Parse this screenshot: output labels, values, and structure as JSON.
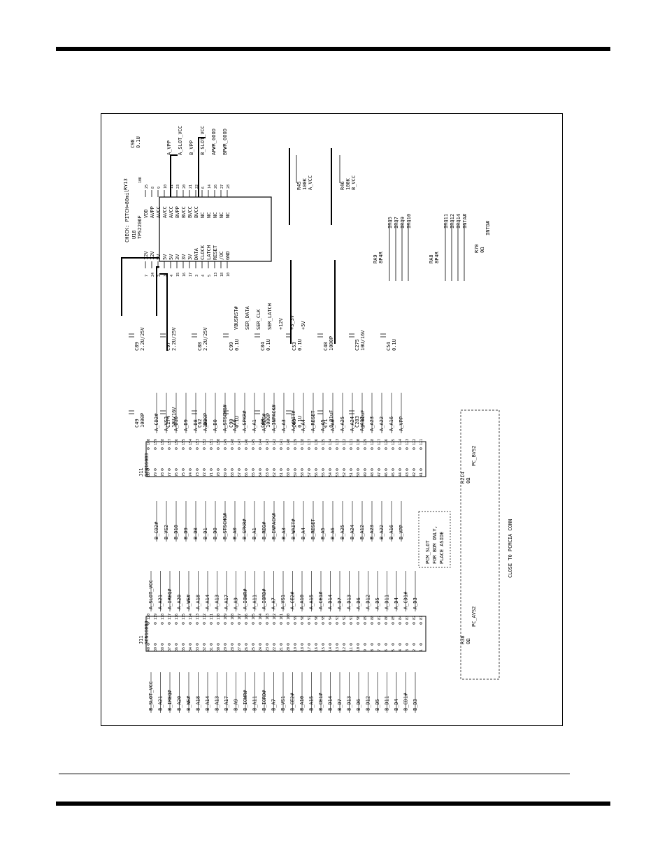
{
  "page": {
    "accent_color": "#000000"
  },
  "schematic": {
    "notes": {
      "pitch": "CHECK: PITCH=80mil",
      "bom": [
        "PCM_SLOT",
        "FOR BOM ONLY,",
        "PLACE ASIDE"
      ],
      "conn": "CLOSE TO PCMCIA CONN"
    },
    "power_switch": {
      "refdes": "U18",
      "part": "TPS2206F",
      "resistor": {
        "refdes": "RY13",
        "value": "10K"
      },
      "cap": {
        "refdes": "C98",
        "value": "0.1U"
      },
      "left_pins": [
        {
          "num": "7",
          "name": "12V"
        },
        {
          "num": "24",
          "name": "12V"
        },
        {
          "num": "2",
          "name": "5V"
        },
        {
          "num": "3",
          "name": "5V"
        },
        {
          "num": "4",
          "name": "5V"
        },
        {
          "num": "15",
          "name": "3V"
        },
        {
          "num": "16",
          "name": "3V"
        },
        {
          "num": "17",
          "name": "3V"
        },
        {
          "num": "3",
          "name": "DATA"
        },
        {
          "num": "4",
          "name": "CLOCK"
        },
        {
          "num": "5",
          "name": "LATCH"
        },
        {
          "num": "13",
          "name": "RESET"
        },
        {
          "num": "18",
          "name": "/OC"
        },
        {
          "num": "10",
          "name": "GND"
        }
      ],
      "right_pins": [
        {
          "num": "25",
          "name": "VDD"
        },
        {
          "num": "8",
          "name": "AVPP"
        },
        {
          "num": "9",
          "name": "AVCC"
        },
        {
          "num": "10",
          "name": "AVCC"
        },
        {
          "num": "11",
          "name": "AVCC"
        },
        {
          "num": "23",
          "name": "BVPP"
        },
        {
          "num": "20",
          "name": "BVCC"
        },
        {
          "num": "21",
          "name": "BVCC"
        },
        {
          "num": "22",
          "name": "BVCC"
        },
        {
          "num": "6",
          "name": "NC"
        },
        {
          "num": "14",
          "name": "NC"
        },
        {
          "num": "26",
          "name": "NC"
        },
        {
          "num": "27",
          "name": "NC"
        },
        {
          "num": "28",
          "name": "NC"
        }
      ],
      "nets": [
        "A_VPP",
        "A_SLOT_VCC",
        "B_VPP",
        "B_SLOT_VCC",
        "APWR_GOOD",
        "BPWR_GOOD",
        "VBUSRST#",
        "SER_DATA",
        "SER_CLK",
        "SER_LATCH",
        "+12V",
        "+3_3V",
        "+5V"
      ]
    },
    "caps": [
      {
        "refdes": "C89",
        "value": "2.2U/25V"
      },
      {
        "refdes": "C97",
        "value": "2.2U/25V"
      },
      {
        "refdes": "C88",
        "value": "2.2U/25V"
      },
      {
        "refdes": "C99",
        "value": "0.1U"
      },
      {
        "refdes": "C84",
        "value": "0.1U"
      },
      {
        "refdes": "C53",
        "value": "0.1U"
      },
      {
        "refdes": "C48",
        "value": "1000P"
      },
      {
        "refdes": "C275",
        "value": "10U/16V"
      },
      {
        "refdes": "C54",
        "value": "0.1U"
      },
      {
        "refdes": "C49",
        "value": "1000P"
      },
      {
        "refdes": "C274",
        "value": "10U/16V"
      },
      {
        "refdes": "C62",
        "value": "1000P"
      },
      {
        "refdes": "C90",
        "value": "0.1U"
      },
      {
        "refdes": "C69",
        "value": "1000P"
      },
      {
        "refdes": "C63",
        "value": "0.1U"
      },
      {
        "refdes": "C71",
        "value": "0.01uF"
      },
      {
        "refdes": "C283",
        "value": "0.01uF"
      }
    ],
    "pullups": [
      {
        "refdes": "R45",
        "value": "100K",
        "net": "A_VCC"
      },
      {
        "refdes": "R46",
        "value": "100K",
        "net": "B_VCC"
      }
    ],
    "rpacks": [
      {
        "refdes": "RA9",
        "value": "8P4R",
        "nets": [
          "IRQ5",
          "IRQ7",
          "IRQ9",
          "IRQ10"
        ]
      },
      {
        "refdes": "RA8",
        "value": "8P4R",
        "nets": [
          "IRQ11",
          "IRQ12",
          "IRQ14",
          "INTA#"
        ]
      }
    ],
    "misc_parts": [
      {
        "refdes": "R70",
        "value": "0Ω",
        "net": "INTD#"
      },
      {
        "refdes": "R38",
        "value": "0Ω",
        "net": "PC_AVS2"
      },
      {
        "refdes": "R214",
        "value": "0Ω",
        "net": "PC_BVS2"
      }
    ],
    "connectors": {
      "ref1": "J11",
      "part1": "SCN160B3",
      "ref2": "J11",
      "part2": "SCN160B3",
      "left_outer": [
        "40",
        "39",
        "38",
        "37",
        "36",
        "35",
        "34",
        "33",
        "32",
        "31",
        "30",
        "29",
        "28",
        "27",
        "26",
        "25",
        "24",
        "23",
        "22",
        "21",
        "20",
        "19",
        "18",
        "17",
        "16",
        "15",
        "14",
        "13",
        "12",
        "11",
        "10",
        "9",
        "8",
        "7",
        "6",
        "5",
        "4",
        "3",
        "2",
        "1"
      ],
      "left_inner": [
        "120",
        "119",
        "118",
        "117",
        "116",
        "115",
        "114",
        "113",
        "112",
        "111",
        "110",
        "109",
        "108",
        "107",
        "106",
        "105",
        "104",
        "103",
        "102",
        "101",
        "100",
        "99",
        "98",
        "97",
        "96",
        "95",
        "94",
        "93",
        "92",
        "91",
        "90",
        "89",
        "88",
        "87",
        "86",
        "85",
        "84",
        "83",
        "82",
        "81"
      ],
      "right_outer": [
        "160",
        "159",
        "158",
        "157",
        "156",
        "155",
        "154",
        "153",
        "152",
        "151",
        "150",
        "149",
        "148",
        "147",
        "146",
        "145",
        "144",
        "143",
        "142",
        "141",
        "140",
        "139",
        "138",
        "137",
        "136",
        "135",
        "134",
        "133",
        "132",
        "131",
        "130",
        "129",
        "128",
        "127",
        "126",
        "125",
        "124",
        "123",
        "122",
        "121"
      ],
      "right_inner": [
        "80",
        "79",
        "78",
        "77",
        "76",
        "75",
        "74",
        "73",
        "72",
        "71",
        "70",
        "69",
        "68",
        "67",
        "66",
        "65",
        "64",
        "63",
        "62",
        "61",
        "60",
        "59",
        "58",
        "57",
        "56",
        "55",
        "54",
        "53",
        "52",
        "51",
        "50",
        "49",
        "48",
        "47",
        "46",
        "45",
        "44",
        "43",
        "42",
        "41"
      ],
      "left_nets": [
        "B_SLOT_VCC",
        "B_A21",
        "B_IREQ#",
        "B_A20",
        "B_WE#",
        "B_A18",
        "B_A14",
        "B_A13",
        "B_A17",
        "B_A9",
        "B_IOWR#",
        "B_A11",
        "B_IORD#",
        "B_A7",
        "B_VS1",
        "B_CE2#",
        "B_A10",
        "B_A15",
        "B_CE1#",
        "B_D14",
        "B_D7",
        "B_D13",
        "B_D6",
        "B_D12",
        "B_D5",
        "B_D11",
        "B_D4",
        "B_CD1#",
        "B_D3"
      ],
      "mid_left_nets": [
        "A_SLOT_VCC",
        "A_A21",
        "A_IREQ#",
        "A_A20",
        "A_WE#",
        "A_A18",
        "A_A14",
        "A_A13",
        "A_A17",
        "A_A9",
        "A_IOWR#",
        "A_A11",
        "A_IORD#",
        "A_A7",
        "A_VS1",
        "A_CE2#",
        "A_A10",
        "A_A15",
        "A_CE1#",
        "A_D14",
        "A_D7",
        "A_D13",
        "A_D6",
        "A_D12",
        "A_D5",
        "A_D11",
        "A_D4",
        "A_CD1#",
        "A_D3"
      ],
      "mid_right_nets": [
        "B_CD2#",
        "B_VS2",
        "B_D10",
        "B_D9",
        "B_D8",
        "B_D1",
        "B_D0",
        "B_STSCHG#",
        "B_A0",
        "B_SPKR#",
        "B_A1",
        "B_REG#",
        "B_INPACK#",
        "B_A3",
        "B_WAIT#",
        "B_A4",
        "B_RESET",
        "B_A5",
        "B_A6",
        "B_A25",
        "B_A24",
        "B_A12",
        "B_A23",
        "B_A22",
        "B_A16",
        "B_VPP"
      ],
      "right_nets": [
        "A_CD2#",
        "A_VS2",
        "A_D10",
        "A_D9",
        "A_D8",
        "A_D1",
        "A_D0",
        "A_STSCHG#",
        "A_A0",
        "A_SPKR#",
        "A_A1",
        "A_REG#",
        "A_INPACK#",
        "A_A3",
        "A_WAIT#",
        "A_A4",
        "A_RESET",
        "A_A5",
        "A_A6",
        "A_A25",
        "A_A24",
        "A_A12",
        "A_A23",
        "A_A22",
        "A_A16",
        "A_VPP"
      ]
    }
  }
}
